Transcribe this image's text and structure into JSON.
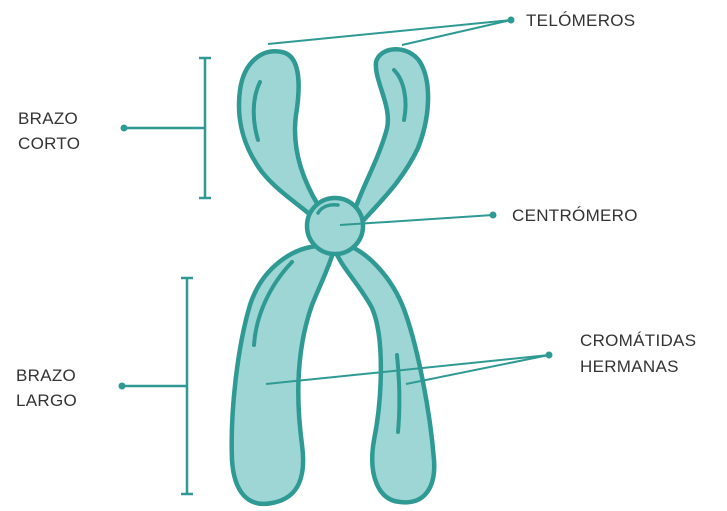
{
  "labels": {
    "telomeros": "TELÓMEROS",
    "brazo_corto_1": "BRAZO",
    "brazo_corto_2": "CORTO",
    "centromero": "CENTRÓMERO",
    "cromatidas_1": "CROMÁTIDAS",
    "cromatidas_2": "HERMANAS",
    "brazo_largo_1": "BRAZO",
    "brazo_largo_2": "LARGO"
  },
  "colors": {
    "outline": "#2f9a93",
    "fill": "#9ed6d5",
    "highlight": "#2f9a93",
    "text": "#333333"
  }
}
